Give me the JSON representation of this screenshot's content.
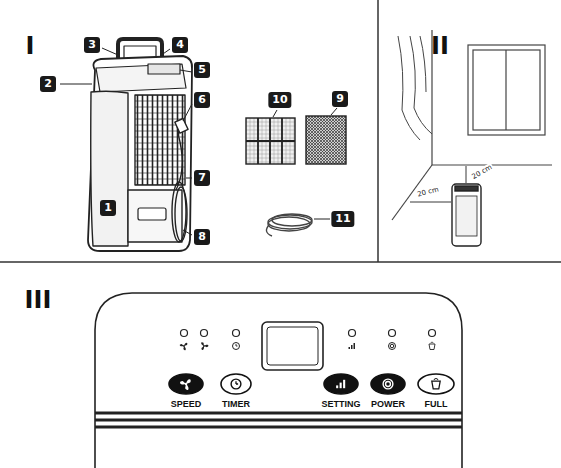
{
  "diagram": {
    "labels": [
      "I",
      "1",
      "2",
      "3",
      "4",
      "5",
      "6",
      "7",
      "8",
      "9",
      "10",
      "11",
      "II",
      "20 cm",
      "20 cm",
      "III",
      "SPEED",
      "TIMER",
      "SETTING",
      "POWER",
      "FULL"
    ]
  }
}
